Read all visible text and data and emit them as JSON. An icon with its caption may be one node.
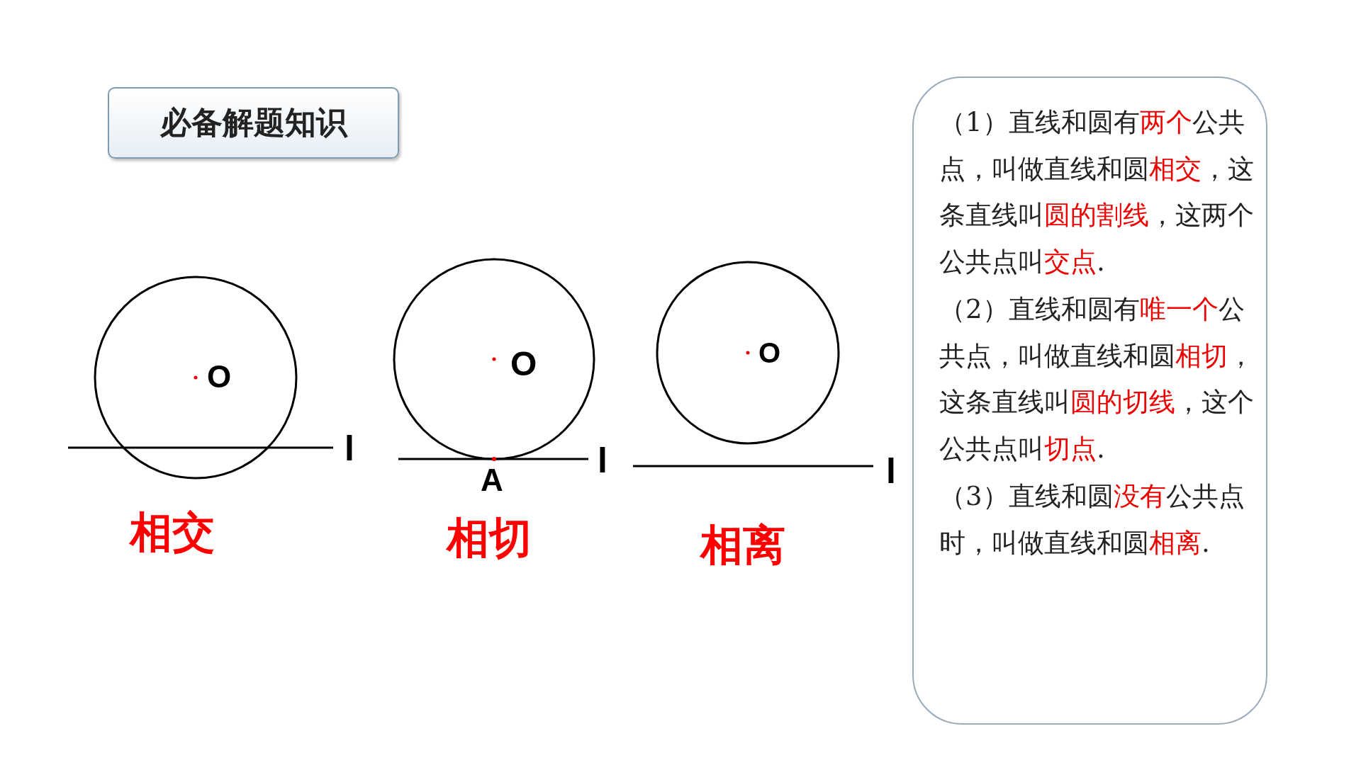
{
  "diagram": {
    "nodes": [
      {
        "text": [
          "必备解题知识"
        ]
      },
      {
        "text": [
          "（1）直线和圆有**两个**公共点，叫做直线和圆**相交**，这条直线叫**圆的割线**，这两个公共点叫**交点**.",
          "（2）直线和圆有**唯一个**公共点，叫做直线和圆**相切**，这条直线叫**圆的切线**，这个公共点叫**切点**.",
          "（3）直线和圆**没有**公共点时，叫做直线和圆**相离**."
        ]
      }
    ],
    "labels": [
      "O",
      "l",
      "相交",
      "O",
      "A",
      "l",
      "相切",
      "O",
      "l",
      "相离"
    ]
  }
}
